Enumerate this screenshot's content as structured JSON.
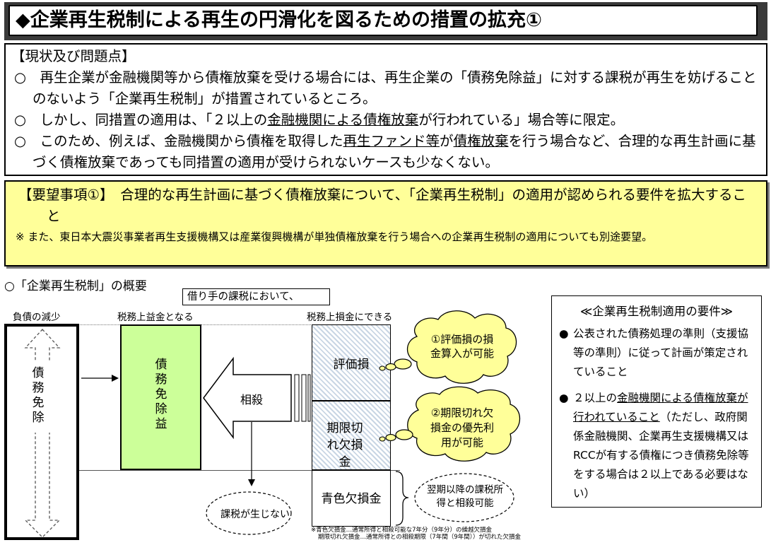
{
  "title": "◆企業再生税制による再生の円滑化を図るための措置の拡充①",
  "status": {
    "header": "【現状及び問題点】",
    "items": [
      {
        "bullet": "○",
        "parts": [
          {
            "t": "再生企業が金融機関等から債権放棄を受ける場合には、再生企業の「債務免除益」に対する課税が再生を妨げることのないよう「企業再生税制」が措置されているところ。"
          }
        ]
      },
      {
        "bullet": "○",
        "parts": [
          {
            "t": "しかし、同措置の適用は、「２以上の"
          },
          {
            "t": "金融機関による債権放棄",
            "u": true
          },
          {
            "t": "が行われている」場合等に限定。"
          }
        ]
      },
      {
        "bullet": "○",
        "parts": [
          {
            "t": "このため、例えば、金融機関から債権を取得した"
          },
          {
            "t": "再生ファンド等",
            "u": true
          },
          {
            "t": "が"
          },
          {
            "t": "債権放棄",
            "u": true
          },
          {
            "t": "を行う場合など、合理的な再生計画に基づく債権放棄であっても同措置の適用が受けられないケースも少なくない。"
          }
        ]
      }
    ]
  },
  "request": {
    "label": "【要望事項①】",
    "text": "合理的な再生計画に基づく債権放棄について、「企業再生税制」の適用が認められる要件を拡大すること",
    "note": "※ また、東日本大震災事業者再生支援機構又は産業復興機構が単独債権放棄を行う場合への企業再生税制の適用についても別途要望。"
  },
  "overview": {
    "title": "○「企業再生税制」の概要",
    "borrower_label": "借り手の課税において、",
    "debt_reduction_label": "負債の減少",
    "taxable_gain_label": "税務上益金となる",
    "deductible_label": "税務上損金にできる",
    "debt_forgiveness_text": "債務免除",
    "forgiveness_gain_text": "債務免除益",
    "offset_label": "相殺",
    "no_tax_label": "課税が生じない",
    "losses": {
      "valuation": "評価損",
      "expired": "期限切れ欠損金",
      "blue": "青色欠損金"
    },
    "bubbles": {
      "one": "①評価損の損金算入が可能",
      "two": "②期限切れ欠損金の優先利用が可能"
    },
    "future_offset": "翌期以降の課税所得と相殺可能",
    "footnotes": [
      "※青色欠損金…通常所得と相殺可能な7年分（9年分）の繰越欠損金",
      "期限切れ欠損金…通常所得との相殺期限（7年間（9年間））が切れた欠損金"
    ]
  },
  "requirements": {
    "title": "≪企業再生税制適用の要件≫",
    "items": [
      {
        "bullet": "●",
        "parts": [
          {
            "t": "公表された債務処理の準則（支援協等の準則）に従って計画が策定されていること"
          }
        ]
      },
      {
        "bullet": "●",
        "parts": [
          {
            "t": "２以上の"
          },
          {
            "t": "金融機関による債権放棄が行われていること",
            "u": true
          },
          {
            "t": "（ただし、政府関係金融機関、企業再生支援機構又はRCCが有する債権につき債務免除等をする場合は２以上である必要はない）"
          }
        ]
      }
    ]
  },
  "colors": {
    "gain_fill": "#ccff99",
    "bubble_fill": "#ffff99",
    "request_fill": "#ffff99",
    "hatch": "#c9d6e4"
  }
}
